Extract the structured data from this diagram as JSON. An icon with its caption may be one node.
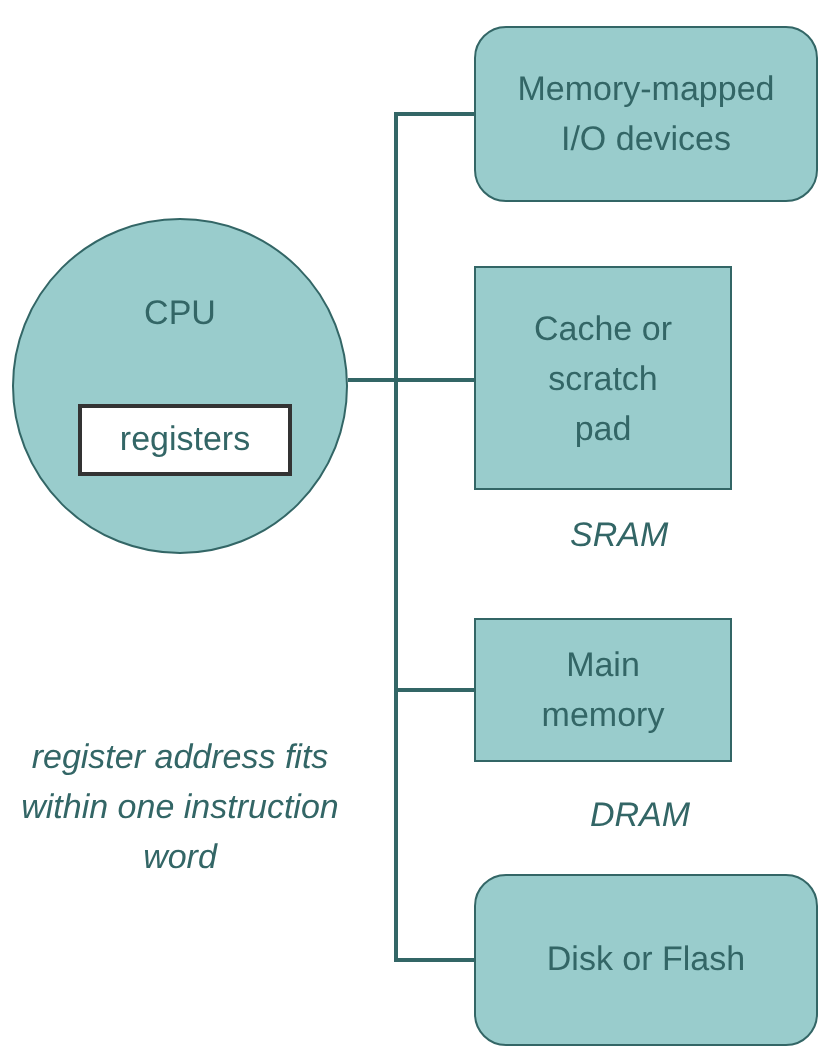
{
  "diagram": {
    "nodes": [
      {
        "text": [
          "CPU"
        ]
      },
      {
        "text": [
          "registers"
        ],
        "in": 0
      },
      {
        "text": [
          "Memory-mapped I/O devices"
        ]
      },
      {
        "text": [
          "Cache or scratch pad"
        ],
        "beside": [
          "SRAM"
        ]
      },
      {
        "text": [
          "Main memory"
        ],
        "beside": [
          "DRAM"
        ]
      },
      {
        "text": [
          "Disk or Flash"
        ]
      }
    ],
    "edges": [
      {
        "from": 0,
        "to": 2,
        "arrow": "none"
      },
      {
        "from": 0,
        "to": 3,
        "arrow": "none"
      },
      {
        "from": 0,
        "to": 4,
        "arrow": "none"
      },
      {
        "from": 0,
        "to": 5,
        "arrow": "none"
      }
    ],
    "labels": [
      "register address fits within one instruction word"
    ]
  }
}
